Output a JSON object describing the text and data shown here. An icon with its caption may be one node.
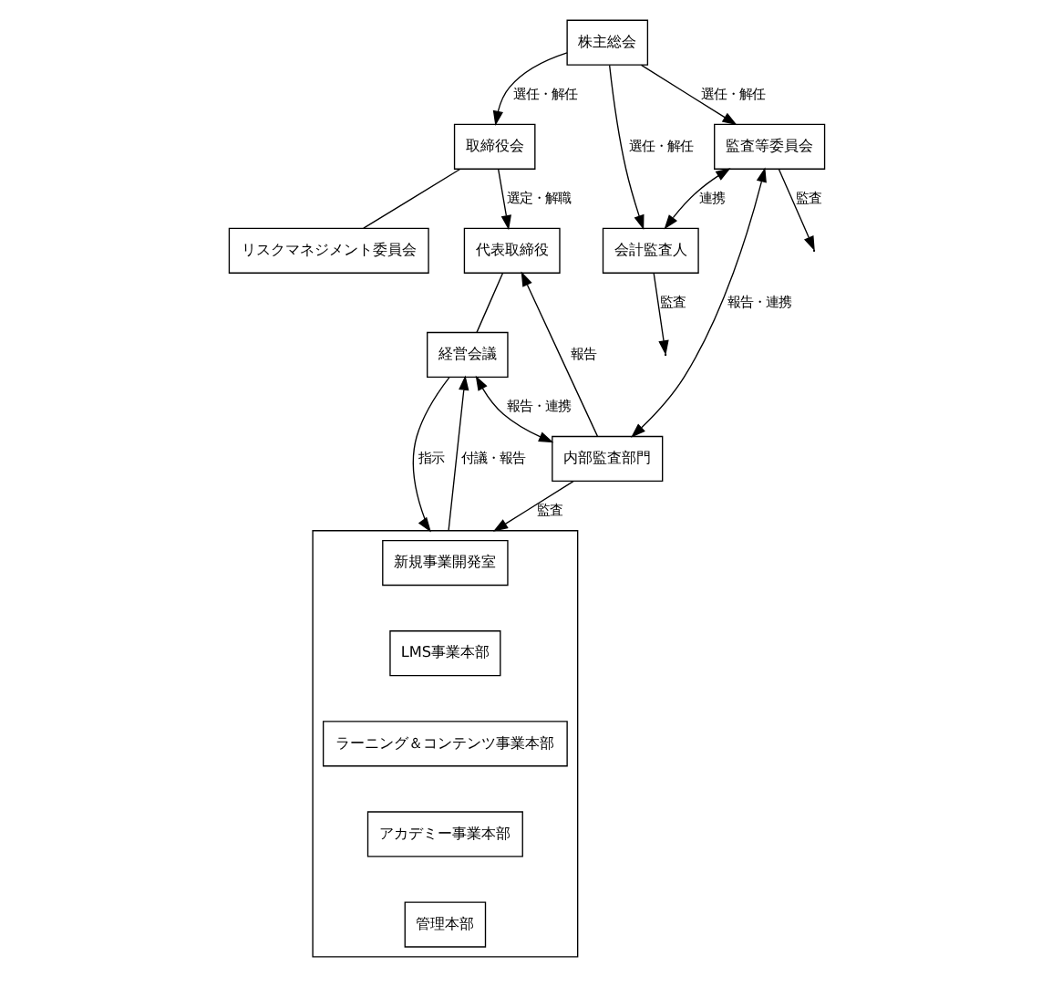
{
  "diagram": {
    "nodes": [
      {
        "text": [
          "株主総会"
        ]
      },
      {
        "text": [
          "取締役会"
        ]
      },
      {
        "text": [
          "リスクマネジメント委員会"
        ]
      },
      {
        "text": [
          "監査等委員会"
        ]
      },
      {
        "text": [
          "会計監査人"
        ]
      },
      {
        "text": [
          "代表取締役"
        ]
      },
      {
        "text": [
          "経営会議"
        ]
      },
      {
        "text": [
          "内部監査部門"
        ]
      },
      {
        "text": [],
        "shape": "box"
      },
      {
        "text": [
          "新規事業開発室"
        ],
        "in": 8
      },
      {
        "text": [
          "LMS事業本部"
        ],
        "in": 8
      },
      {
        "text": [
          "ラーニング＆コンテンツ事業本部"
        ],
        "in": 8
      },
      {
        "text": [
          "アカデミー事業本部"
        ],
        "in": 8
      },
      {
        "text": [
          "管理本部"
        ],
        "in": 8
      }
    ],
    "edges": [
      {
        "from": 0,
        "to": 1,
        "arrow": "to",
        "label": "選任・解任"
      },
      {
        "from": 0,
        "to": 3,
        "arrow": "to",
        "label": "選任・解任"
      },
      {
        "from": 0,
        "to": 4,
        "arrow": "to",
        "label": "選任・解任"
      },
      {
        "from": 1,
        "to": 2,
        "arrow": "none"
      },
      {
        "from": 1,
        "to": 5,
        "arrow": "to",
        "label": "選定・解職"
      },
      {
        "from": 3,
        "to": null,
        "arrow": "to",
        "label": "監査"
      },
      {
        "from": 3,
        "to": 4,
        "arrow": "both",
        "label": "連携"
      },
      {
        "from": 5,
        "to": 6,
        "arrow": "none"
      },
      {
        "from": 7,
        "to": 5,
        "arrow": "to",
        "label": "報告"
      },
      {
        "from": 6,
        "to": 7,
        "arrow": "both",
        "label": "報告・連携"
      },
      {
        "from": 3,
        "to": 7,
        "arrow": "both",
        "label": "報告・連携"
      },
      {
        "from": 4,
        "to": null,
        "arrow": "to",
        "label": "監査"
      },
      {
        "from": 8,
        "to": 6,
        "arrow": "to",
        "label": "付議・報告"
      },
      {
        "from": 6,
        "to": 8,
        "arrow": "to",
        "label": "指示"
      },
      {
        "from": 7,
        "to": 8,
        "arrow": "to",
        "label": "監査"
      }
    ]
  }
}
